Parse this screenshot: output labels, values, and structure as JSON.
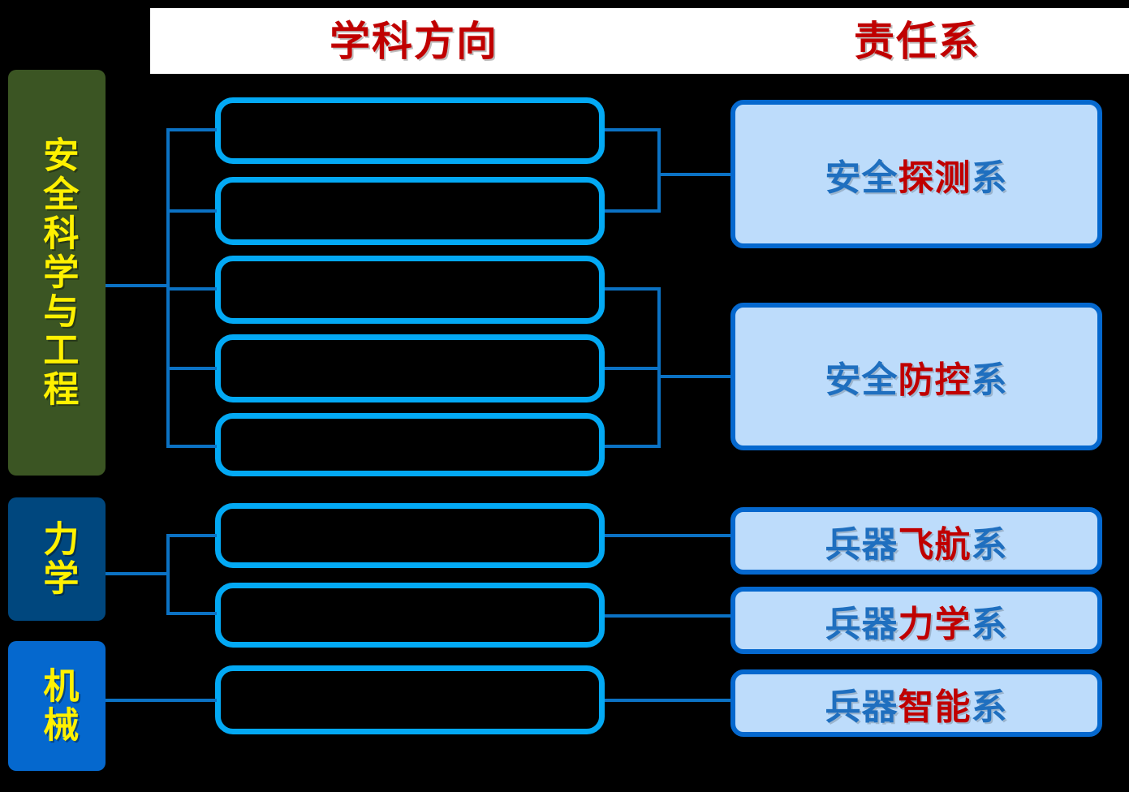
{
  "header": {
    "column_left_title": "学科方向",
    "column_right_title": "责任系"
  },
  "disciplines": [
    {
      "label": "安全科学与工程",
      "color": "#3B5523",
      "text_color": "#FFF100"
    },
    {
      "label": "力学",
      "color": "#00477E",
      "text_color": "#FFF100"
    },
    {
      "label": "机械",
      "color": "#0568CE",
      "text_color": "#FFF100"
    }
  ],
  "directions": [
    {
      "label": ""
    },
    {
      "label": ""
    },
    {
      "label": ""
    },
    {
      "label": ""
    },
    {
      "label": ""
    },
    {
      "label": ""
    },
    {
      "label": ""
    },
    {
      "label": ""
    }
  ],
  "departments": [
    {
      "prefix": "安全",
      "highlight": "探测",
      "suffix": "系",
      "full": "安全探测系"
    },
    {
      "prefix": "安全",
      "highlight": "防控",
      "suffix": "系",
      "full": "安全防控系"
    },
    {
      "prefix": "兵器",
      "highlight": "飞航",
      "suffix": "系",
      "full": "兵器飞航系"
    },
    {
      "prefix": "兵器",
      "highlight": "力学",
      "suffix": "系",
      "full": "兵器力学系"
    },
    {
      "prefix": "兵器",
      "highlight": "智能",
      "suffix": "系",
      "full": "兵器智能系"
    }
  ],
  "colors": {
    "title_red": "#C00000",
    "dept_text_blue": "#1F6FBF",
    "dept_text_red": "#C00000",
    "dept_fill": "#BDDCFB",
    "dept_border": "#0568CE",
    "direction_border": "#03A9F4",
    "connector": "#0B72C4",
    "background": "#000000",
    "header_band": "#FFFFFF"
  }
}
